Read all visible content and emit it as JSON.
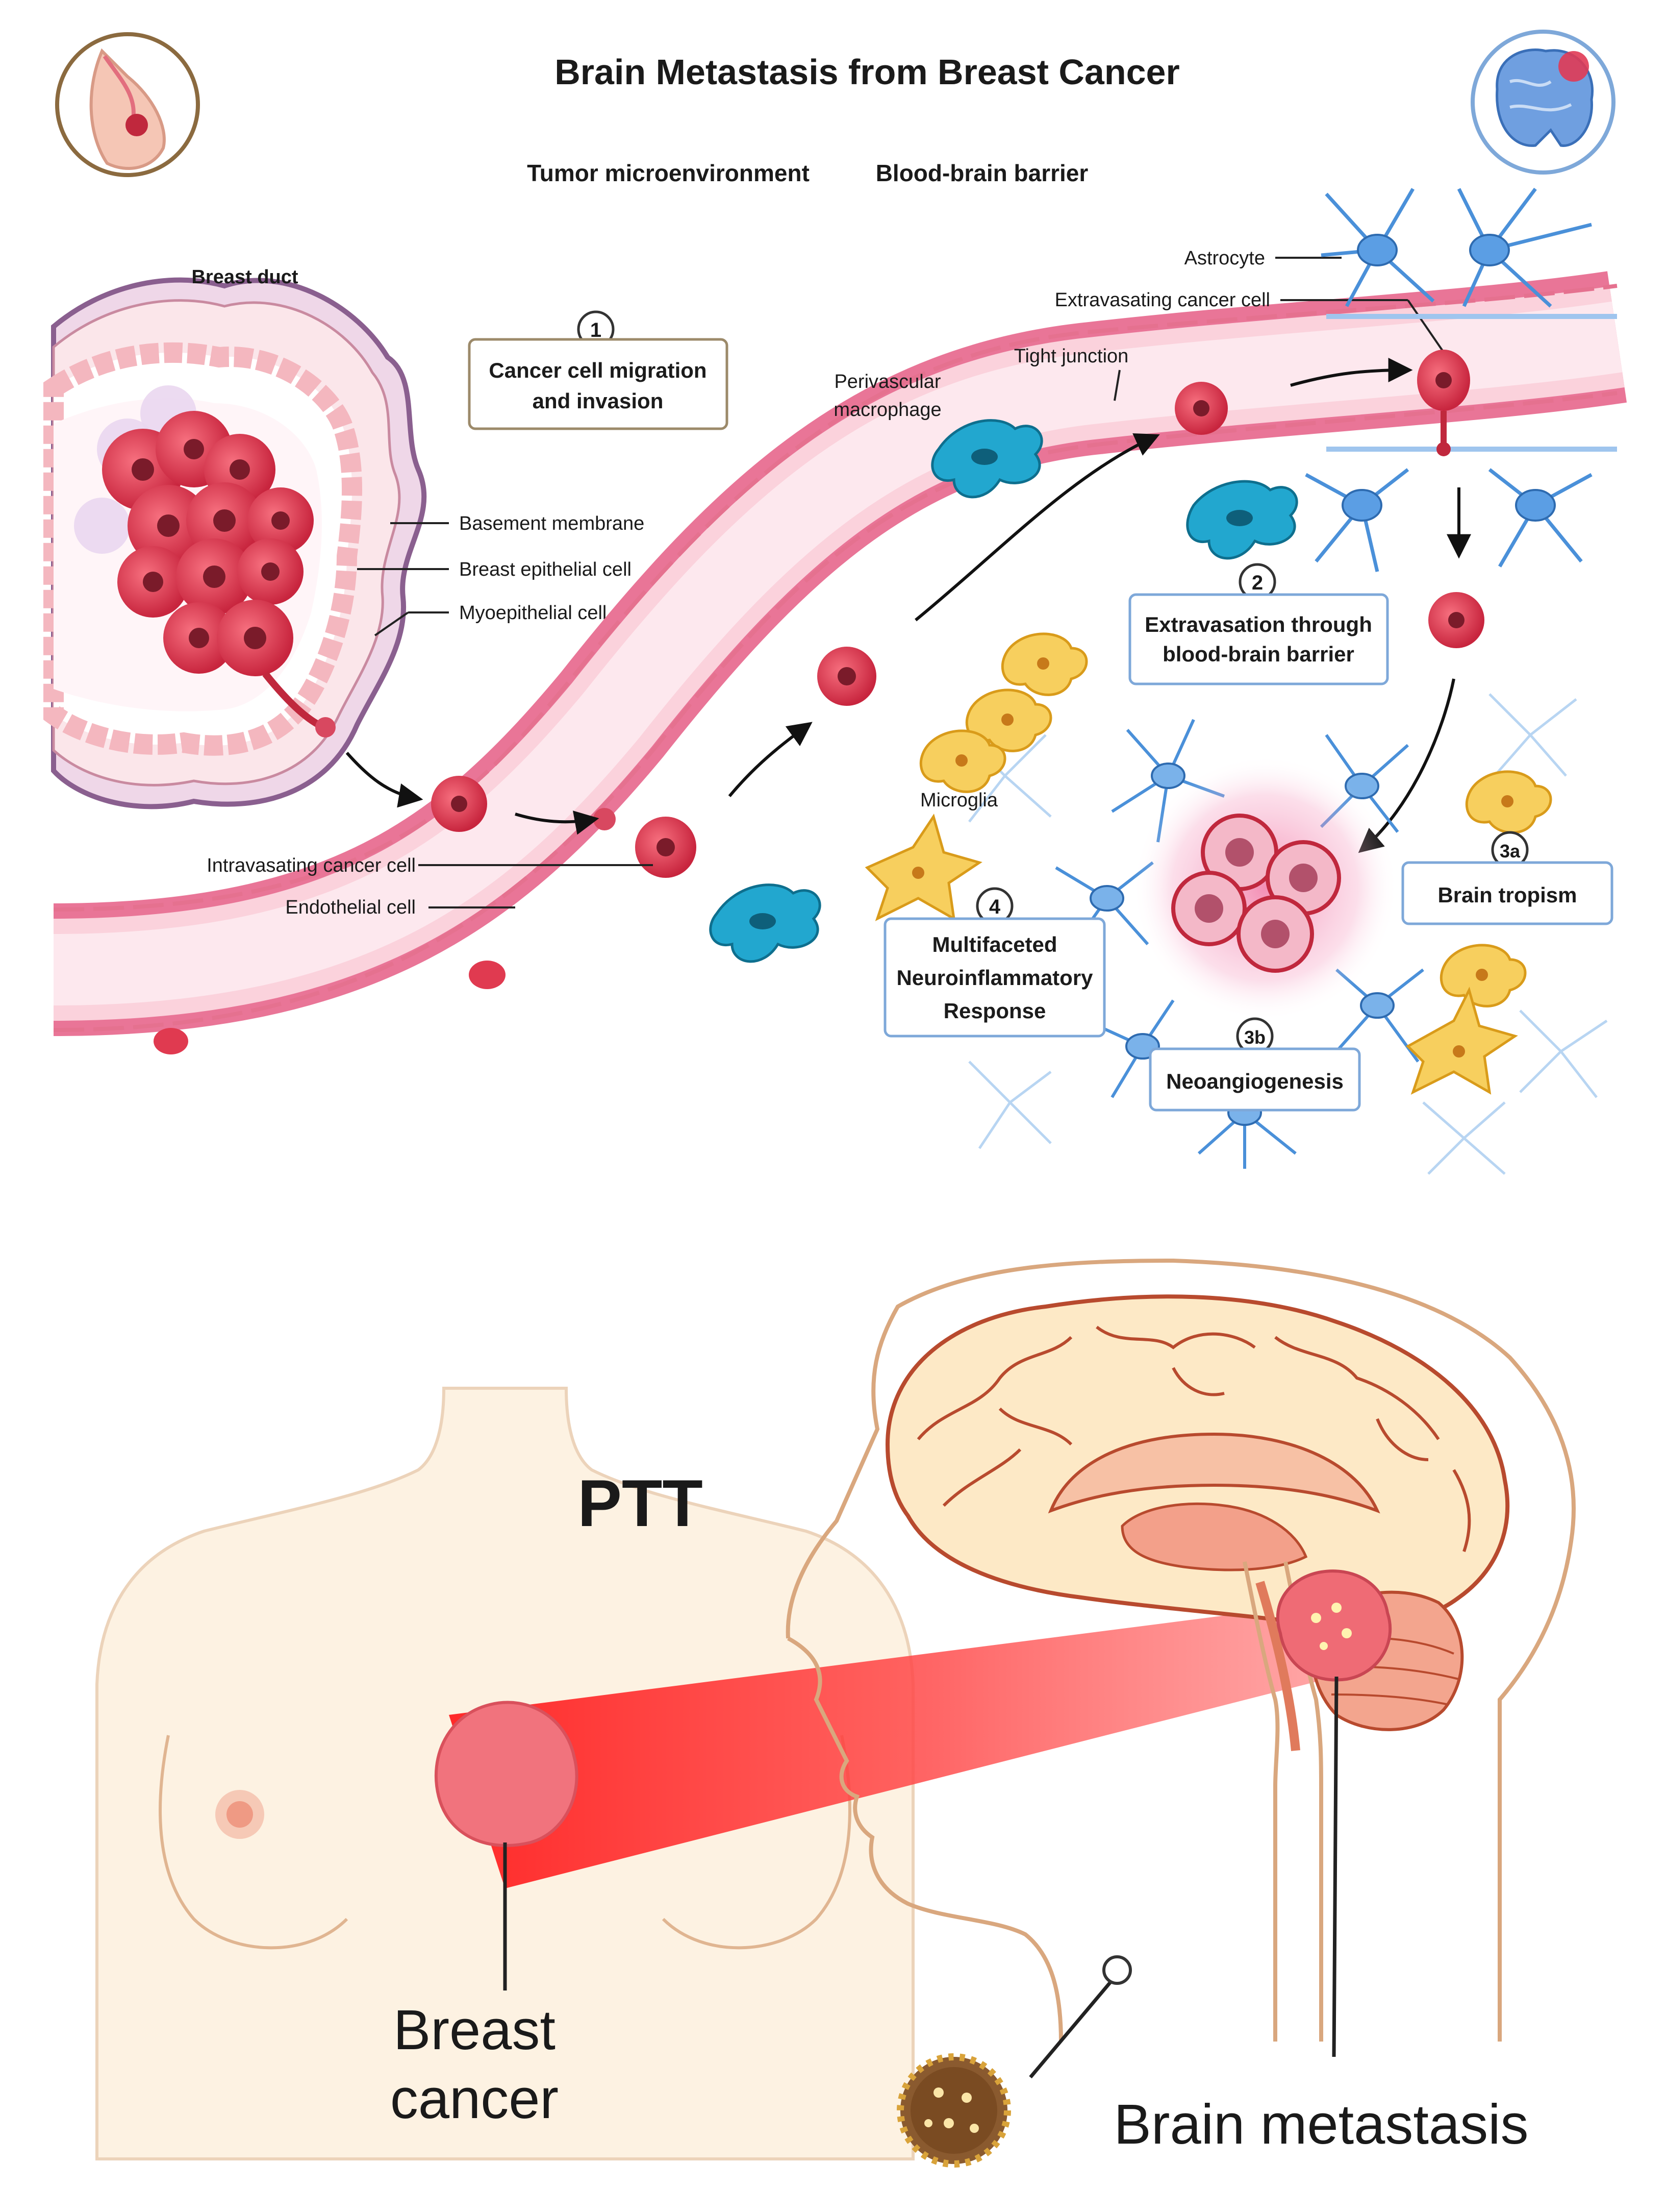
{
  "title": "Brain Metastasis from Breast Cancer",
  "section_labels": {
    "tumor_microenvironment": "Tumor microenvironment",
    "blood_brain_barrier": "Blood-brain barrier"
  },
  "labels": {
    "breast_duct": "Breast duct",
    "basement_membrane": "Basement membrane",
    "breast_epithelial_cell": "Breast epithelial cell",
    "myoepithelial_cell": "Myoepithelial cell",
    "intravasating_cancer_cell": "Intravasating cancer cell",
    "endothelial_cell": "Endothelial cell",
    "perivascular_macrophage_line1": "Perivascular",
    "perivascular_macrophage_line2": "macrophage",
    "tight_junction": "Tight junction",
    "astrocyte": "Astrocyte",
    "extravasating_cancer_cell": "Extravasating cancer cell",
    "microglia": "Microglia"
  },
  "steps": [
    {
      "number": "1",
      "line1": "Cancer cell migration",
      "line2": "and invasion",
      "line3": ""
    },
    {
      "number": "2",
      "line1": "Extravasation through",
      "line2": "blood-brain barrier",
      "line3": ""
    },
    {
      "number": "3a",
      "line1": "Brain tropism",
      "line2": "",
      "line3": ""
    },
    {
      "number": "3b",
      "line1": "Neoangiogenesis",
      "line2": "",
      "line3": ""
    },
    {
      "number": "4",
      "line1": "Multifaceted",
      "line2": "Neuroinflammatory",
      "line3": "Response"
    }
  ],
  "bottom": {
    "ptt": "PTT",
    "breast_cancer_line1": "Breast",
    "breast_cancer_line2": "cancer",
    "brain_metastasis": "Brain metastasis"
  },
  "colors": {
    "vessel": "#f7c8d4",
    "vessel_wall": "#e5718f",
    "cancer": "#d63a55",
    "astrocyte": "#4a90d9",
    "microglia": "#f4c24a",
    "macrophage": "#1f9bc4",
    "skin": "#fdf2e2",
    "skin_outline": "#e0b591",
    "brain": "#fde9c6",
    "beam": "#ff2020"
  }
}
